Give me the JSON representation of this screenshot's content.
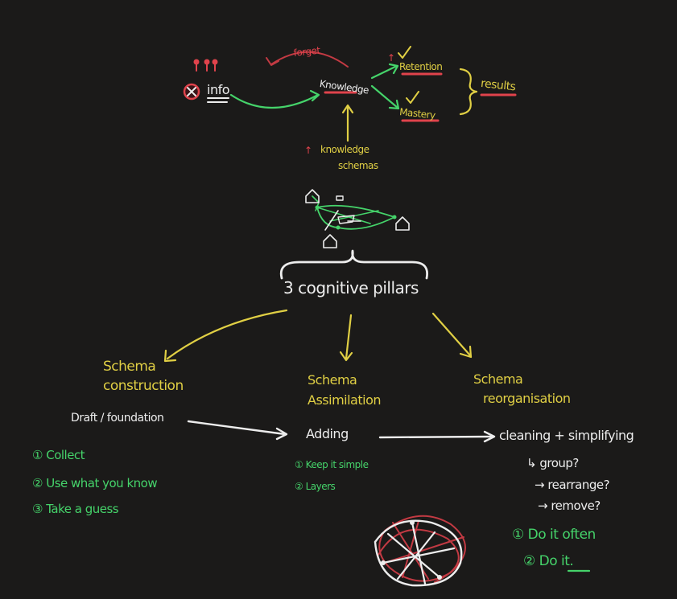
{
  "top": {
    "forget": "forget",
    "info": "info",
    "knowledge": "Knowledge",
    "retention": "Retention",
    "mastery": "Mastery",
    "results": "results",
    "knowledge_schemas_line1": "knowledge",
    "knowledge_schemas_line2": "schemas",
    "up_marker": "↑"
  },
  "pillars": {
    "title": "3 cognitive pillars"
  },
  "construction": {
    "title_line1": "Schema",
    "title_line2": "construction",
    "subtitle": "Draft / foundation",
    "steps": [
      "① Collect",
      "② Use what you know",
      "③ Take a guess"
    ]
  },
  "assimilation": {
    "title_line1": "Schema",
    "title_line2": "Assimilation",
    "subtitle": "Adding",
    "steps": [
      "① Keep it simple",
      "② Layers"
    ]
  },
  "reorganisation": {
    "title_line1": "Schema",
    "title_line2": "reorganisation",
    "subtitle": "cleaning + simplifying",
    "subitems": [
      "↳ group?",
      "→ rearrange?",
      "→ remove?"
    ],
    "steps": [
      "① Do it often",
      "② Do it."
    ]
  },
  "colors": {
    "background": "#1b1a19",
    "red": "#e0434c",
    "yellow": "#e0cf44",
    "green": "#45d36a",
    "white": "#ededed"
  }
}
